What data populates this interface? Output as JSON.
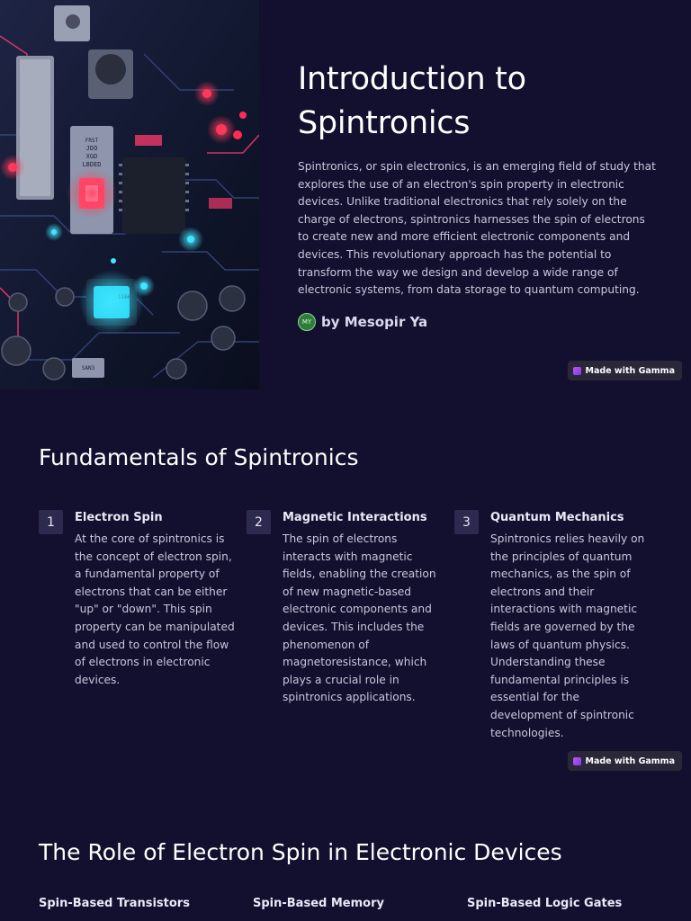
{
  "slide1": {
    "title": "Introduction to Spintronics",
    "intro": "Spintronics, or spin electronics, is an emerging field of study that explores the use of an electron's spin property in electronic devices. Unlike traditional electronics that rely solely on the charge of electrons, spintronics harnesses the spin of electrons to create new and more efficient electronic components and devices. This revolutionary approach has the potential to transform the way we design and develop a wide range of electronic systems, from data storage to quantum computing.",
    "author_initials": "MY",
    "author": "by Mesopir Ya",
    "badge": "Made with Gamma",
    "chip_text": "FRST\nJDO\nXGD\nLBDED",
    "chip2_text": "1166",
    "board_text": "SAN3"
  },
  "slide2": {
    "title": "Fundamentals of Spintronics",
    "steps": [
      {
        "num": "1",
        "title": "Electron Spin",
        "body": "At the core of spintronics is the concept of electron spin, a fundamental property of electrons that can be either \"up\" or \"down\". This spin property can be manipulated and used to control the flow of electrons in electronic devices."
      },
      {
        "num": "2",
        "title": "Magnetic Interactions",
        "body": "The spin of electrons interacts with magnetic fields, enabling the creation of new magnetic-based electronic components and devices. This includes the phenomenon of magnetoresistance, which plays a crucial role in spintronics applications."
      },
      {
        "num": "3",
        "title": "Quantum Mechanics",
        "body": "Spintronics relies heavily on the principles of quantum mechanics, as the spin of electrons and their interactions with magnetic fields are governed by the laws of quantum physics. Understanding these fundamental principles is essential for the development of spintronic technologies."
      }
    ],
    "badge": "Made with Gamma"
  },
  "slide3": {
    "title": "The Role of Electron Spin in Electronic Devices",
    "columns": [
      "Spin-Based Transistors",
      "Spin-Based Memory",
      "Spin-Based Logic Gates"
    ]
  },
  "colors": {
    "background": "#130f2f",
    "accent_red": "#ff2d55",
    "accent_cyan": "#35e0ff",
    "badge_bg": "#2a2838"
  }
}
